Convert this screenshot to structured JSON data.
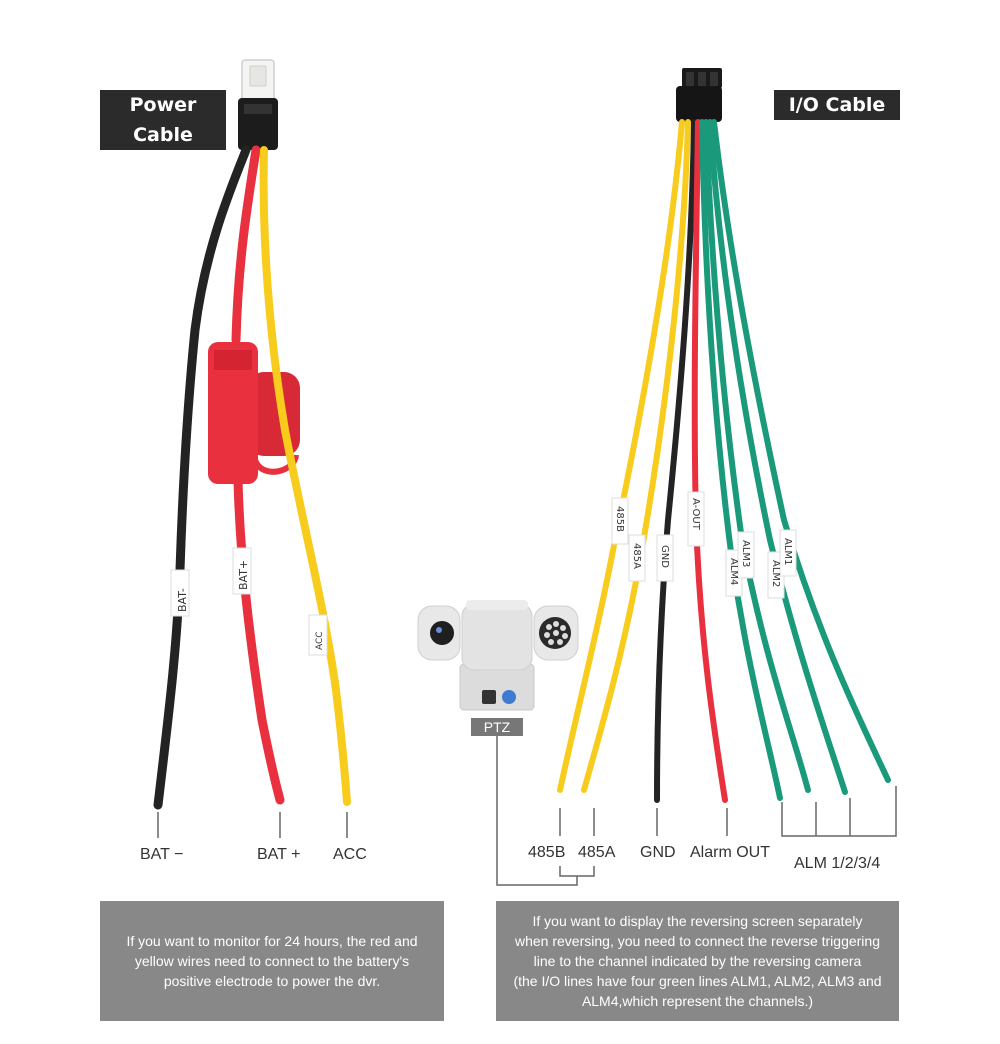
{
  "power": {
    "title": "Power Cable",
    "wire_marks": {
      "bat_minus": "BAT-",
      "bat_plus": "BAT+",
      "acc": "ACC"
    },
    "labels": {
      "bat_minus": "BAT −",
      "bat_plus": "BAT +",
      "acc": "ACC"
    },
    "note": "If you want to monitor for 24 hours, the red and yellow wires need to connect to the battery's positive electrode to power the dvr."
  },
  "io": {
    "title": "I/O Cable",
    "wire_marks": {
      "b485": "485B",
      "a485": "485A",
      "gnd": "GND",
      "aout": "A-OUT",
      "alm4": "ALM4",
      "alm3": "ALM3",
      "alm2": "ALM2",
      "alm1": "ALM1"
    },
    "labels": {
      "b485": "485B",
      "a485": "485A",
      "gnd": "GND",
      "alarm_out": "Alarm OUT",
      "alm": "ALM 1/2/3/4"
    },
    "note_lines": [
      "If you want to display the reversing screen separately",
      "when reversing, you need to connect the reverse triggering",
      "line to the channel indicated by the reversing camera",
      "(the I/O lines have four green lines ALM1, ALM2, ALM3 and",
      "ALM4,which represent the channels.)"
    ]
  },
  "ptz": {
    "label": "PTZ"
  },
  "colors": {
    "black_wire": "#232323",
    "red_wire": "#e8303f",
    "yellow_wire": "#f7cc1d",
    "green_wire": "#1a9a7a",
    "fuse": "#e8303f",
    "tag_bg": "#2b2b2b",
    "note_bg": "#888888"
  }
}
